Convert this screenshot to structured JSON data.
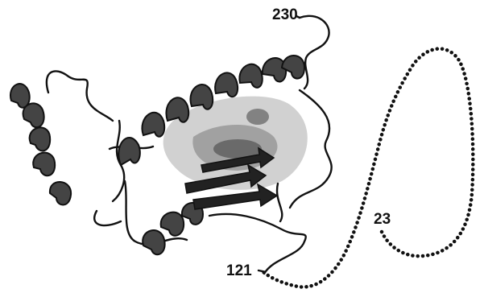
{
  "labels": {
    "c_terminus": "230",
    "n_terminus": "23",
    "domain_start": "121"
  },
  "colors": {
    "ink": "#111111",
    "helix_shade": "#6e6e6e",
    "strand_shade": "#3a3a3a",
    "background": "#ffffff"
  }
}
